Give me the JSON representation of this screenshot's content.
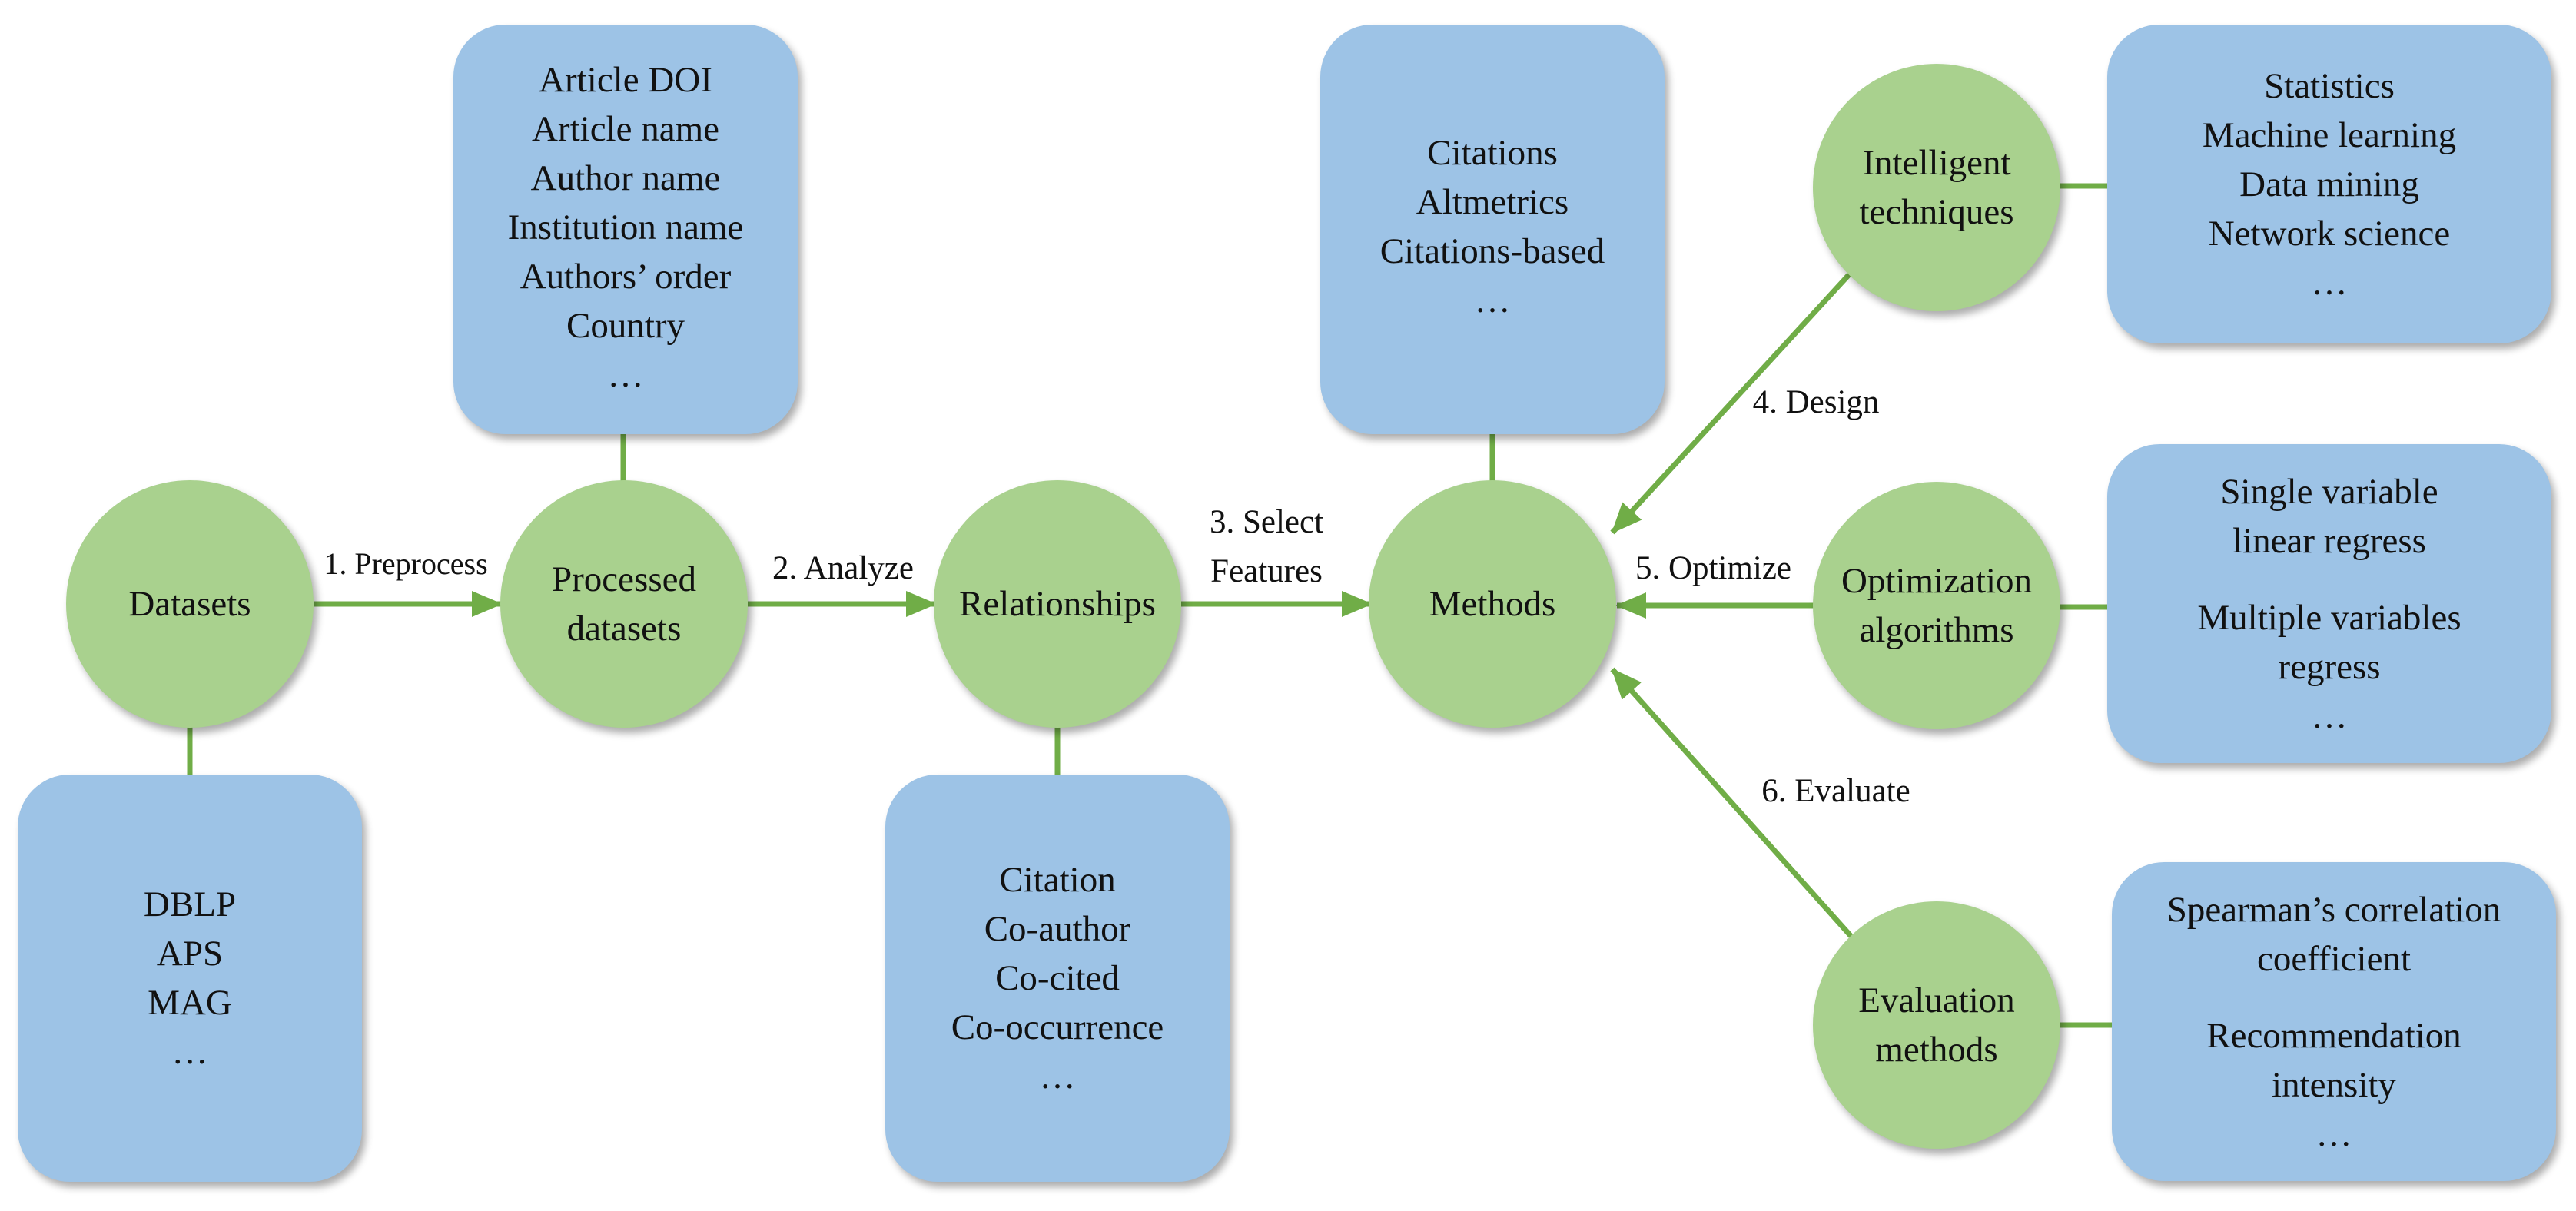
{
  "colors": {
    "box_fill": "#9dc3e6",
    "circle_fill": "#a9d18e",
    "connector": "#70ad47",
    "text": "#111111"
  },
  "nodes": {
    "datasets": "Datasets",
    "processed_datasets": [
      "Processed",
      "datasets"
    ],
    "relationships": "Relationships",
    "methods": "Methods",
    "intelligent_techniques": [
      "Intelligent",
      "techniques"
    ],
    "optimization_algorithms": [
      "Optimization",
      "algorithms"
    ],
    "evaluation_methods": [
      "Evaluation",
      "methods"
    ]
  },
  "boxes": {
    "dataset_sources": [
      "DBLP",
      "APS",
      "MAG",
      "…"
    ],
    "article_metadata": [
      "Article DOI",
      "Article name",
      "Author name",
      "Institution name",
      "Authors’ order",
      "Country",
      "…"
    ],
    "relationship_types": [
      "Citation",
      "Co-author",
      "Co-cited",
      "Co-occurrence",
      "…"
    ],
    "method_types": [
      "Citations",
      "Altmetrics",
      "Citations-based",
      "…"
    ],
    "technique_types": [
      "Statistics",
      "Machine learning",
      "Data mining",
      "Network science",
      "…"
    ],
    "regression_types": [
      "Single variable",
      "linear regress",
      "",
      "Multiple variables",
      "regress",
      "…"
    ],
    "evaluation_types": [
      "Spearman’s correlation",
      "coefficient",
      "",
      "Recommendation",
      "intensity",
      "…"
    ]
  },
  "steps": {
    "preprocess": "1. Preprocess",
    "analyze": "2. Analyze",
    "select_features": [
      "3. Select",
      "Features"
    ],
    "design": "4. Design",
    "optimize": "5. Optimize",
    "evaluate": "6. Evaluate"
  }
}
